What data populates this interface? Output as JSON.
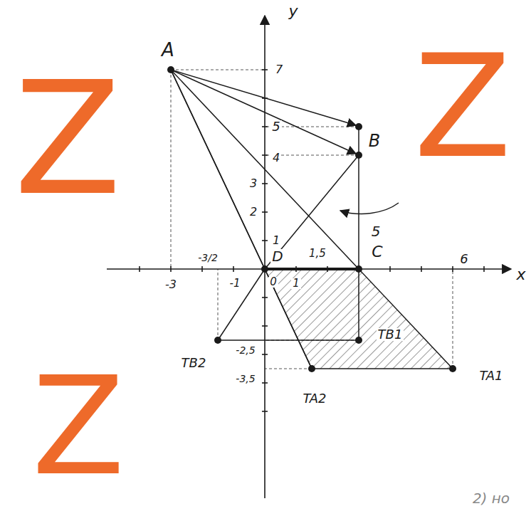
{
  "diagram": {
    "labels": [
      "y",
      "A",
      "7",
      "5",
      "B",
      "4",
      "3",
      "2",
      "1",
      "5",
      "D",
      "C",
      "1,5",
      "-3/2",
      "-3",
      "-1",
      "0",
      "1",
      "x",
      "6",
      "-2,5",
      "-3,5",
      "TB1",
      "TB2",
      "TA2",
      "TA1",
      "2) но",
      "Z",
      "Z",
      "Z"
    ]
  }
}
